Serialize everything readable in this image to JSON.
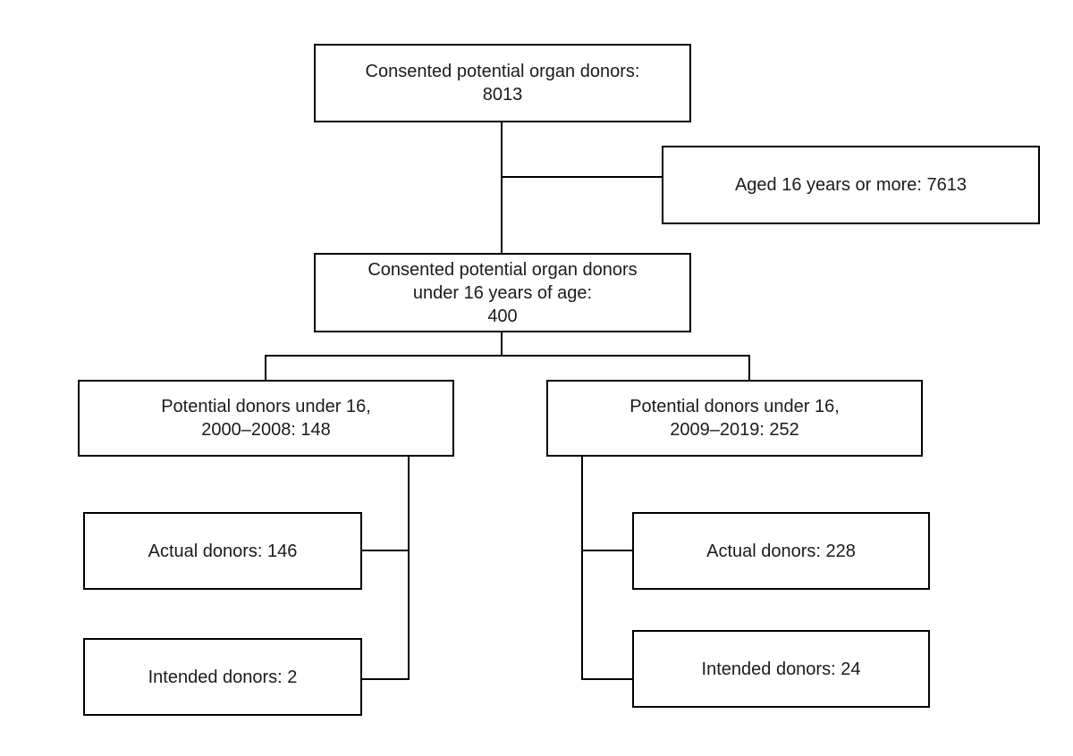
{
  "diagram": {
    "type": "flowchart",
    "background_color": "#ffffff",
    "line_color": "#000000",
    "text_color": "#1b1b1b"
  },
  "nodes": {
    "consented_total": {
      "lines": [
        "Consented potential organ donors:",
        "8013"
      ],
      "value": 8013
    },
    "aged_16_plus": {
      "lines": [
        "Aged 16 years or more: 7613"
      ],
      "value": 7613
    },
    "consented_under_16": {
      "lines": [
        "Consented potential organ donors",
        "under 16 years of age:",
        "400"
      ],
      "value": 400
    },
    "under16_2000_2008": {
      "lines": [
        "Potential donors under 16,",
        "2000–2008: 148"
      ],
      "value": 148
    },
    "under16_2009_2019": {
      "lines": [
        "Potential donors under 16,",
        "2009–2019: 252"
      ],
      "value": 252
    },
    "actual_2000_2008": {
      "lines": [
        "Actual donors: 146"
      ],
      "value": 146
    },
    "intended_2000_2008": {
      "lines": [
        "Intended donors: 2"
      ],
      "value": 2
    },
    "actual_2009_2019": {
      "lines": [
        "Actual donors: 228"
      ],
      "value": 228
    },
    "intended_2009_2019": {
      "lines": [
        "Intended donors: 24"
      ],
      "value": 24
    }
  },
  "edges": [
    {
      "from": "consented_total",
      "to": "aged_16_plus"
    },
    {
      "from": "consented_total",
      "to": "consented_under_16"
    },
    {
      "from": "consented_under_16",
      "to": "under16_2000_2008"
    },
    {
      "from": "consented_under_16",
      "to": "under16_2009_2019"
    },
    {
      "from": "under16_2000_2008",
      "to": "actual_2000_2008"
    },
    {
      "from": "under16_2000_2008",
      "to": "intended_2000_2008"
    },
    {
      "from": "under16_2009_2019",
      "to": "actual_2009_2019"
    },
    {
      "from": "under16_2009_2019",
      "to": "intended_2009_2019"
    }
  ]
}
